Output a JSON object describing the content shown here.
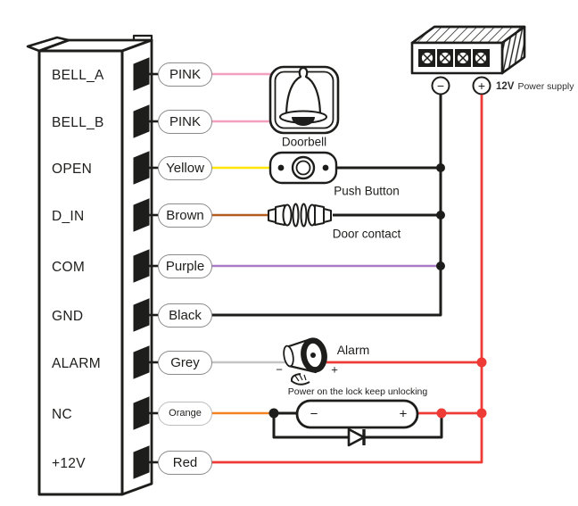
{
  "wire_colors": {
    "pink": "#f2a0c0",
    "yellow": "#ffe600",
    "brown": "#b35c1e",
    "purple": "#a97cc8",
    "black": "#1d1d1b",
    "grey": "#c4c4c4",
    "orange": "#f58220",
    "red": "#ee3b36"
  },
  "controller": {
    "terminals": [
      {
        "name": "BELL_A",
        "wire_label": "PINK"
      },
      {
        "name": "BELL_B",
        "wire_label": "PINK"
      },
      {
        "name": "OPEN",
        "wire_label": "Yellow"
      },
      {
        "name": "D_IN",
        "wire_label": "Brown"
      },
      {
        "name": "COM",
        "wire_label": "Purple"
      },
      {
        "name": "GND",
        "wire_label": "Black"
      },
      {
        "name": "ALARM",
        "wire_label": "Grey"
      },
      {
        "name": "NC",
        "wire_label": "Orange"
      },
      {
        "name": "+12V",
        "wire_label": "Red"
      }
    ]
  },
  "power_supply": {
    "voltage": "12V",
    "name": "Power supply",
    "minus_symbol": "−",
    "plus_symbol": "+"
  },
  "devices": {
    "doorbell": {
      "label": "Doorbell"
    },
    "push_button": {
      "label": "Push Button"
    },
    "door_contact": {
      "label": "Door contact"
    },
    "alarm": {
      "label": "Alarm",
      "minus_symbol": "−",
      "plus_symbol": "+"
    },
    "lock": {
      "note": "Power on the lock keep unlocking",
      "minus_symbol": "−",
      "plus_symbol": "+"
    }
  }
}
